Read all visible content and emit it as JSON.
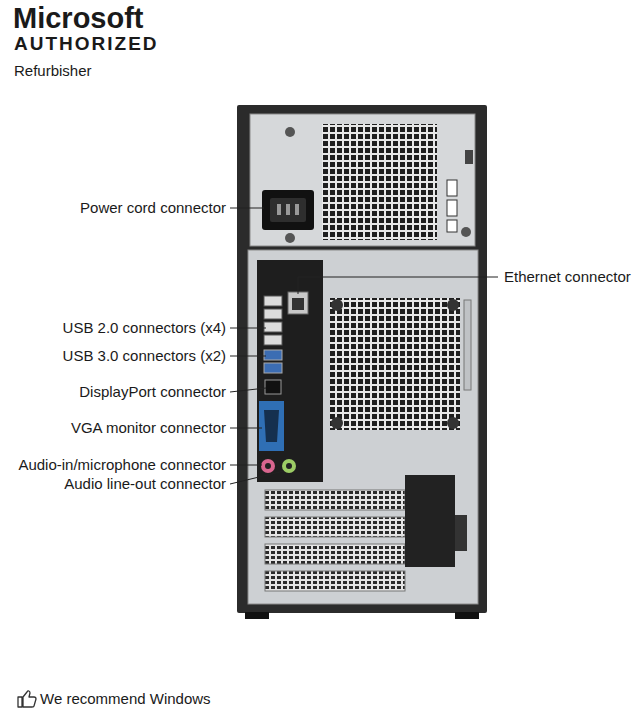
{
  "diagram": {
    "labels": [
      "Microsoft",
      "AUTHORIZED",
      "Refurbisher",
      "Power cord connector",
      "Ethernet connector",
      "USB 2.0 connectors (x4)",
      "USB 3.0 connectors (x2)",
      "DisplayPort connector",
      "VGA monitor connector",
      "Audio-in/microphone connector",
      "Audio line-out connector",
      "We recommend Windows"
    ]
  }
}
